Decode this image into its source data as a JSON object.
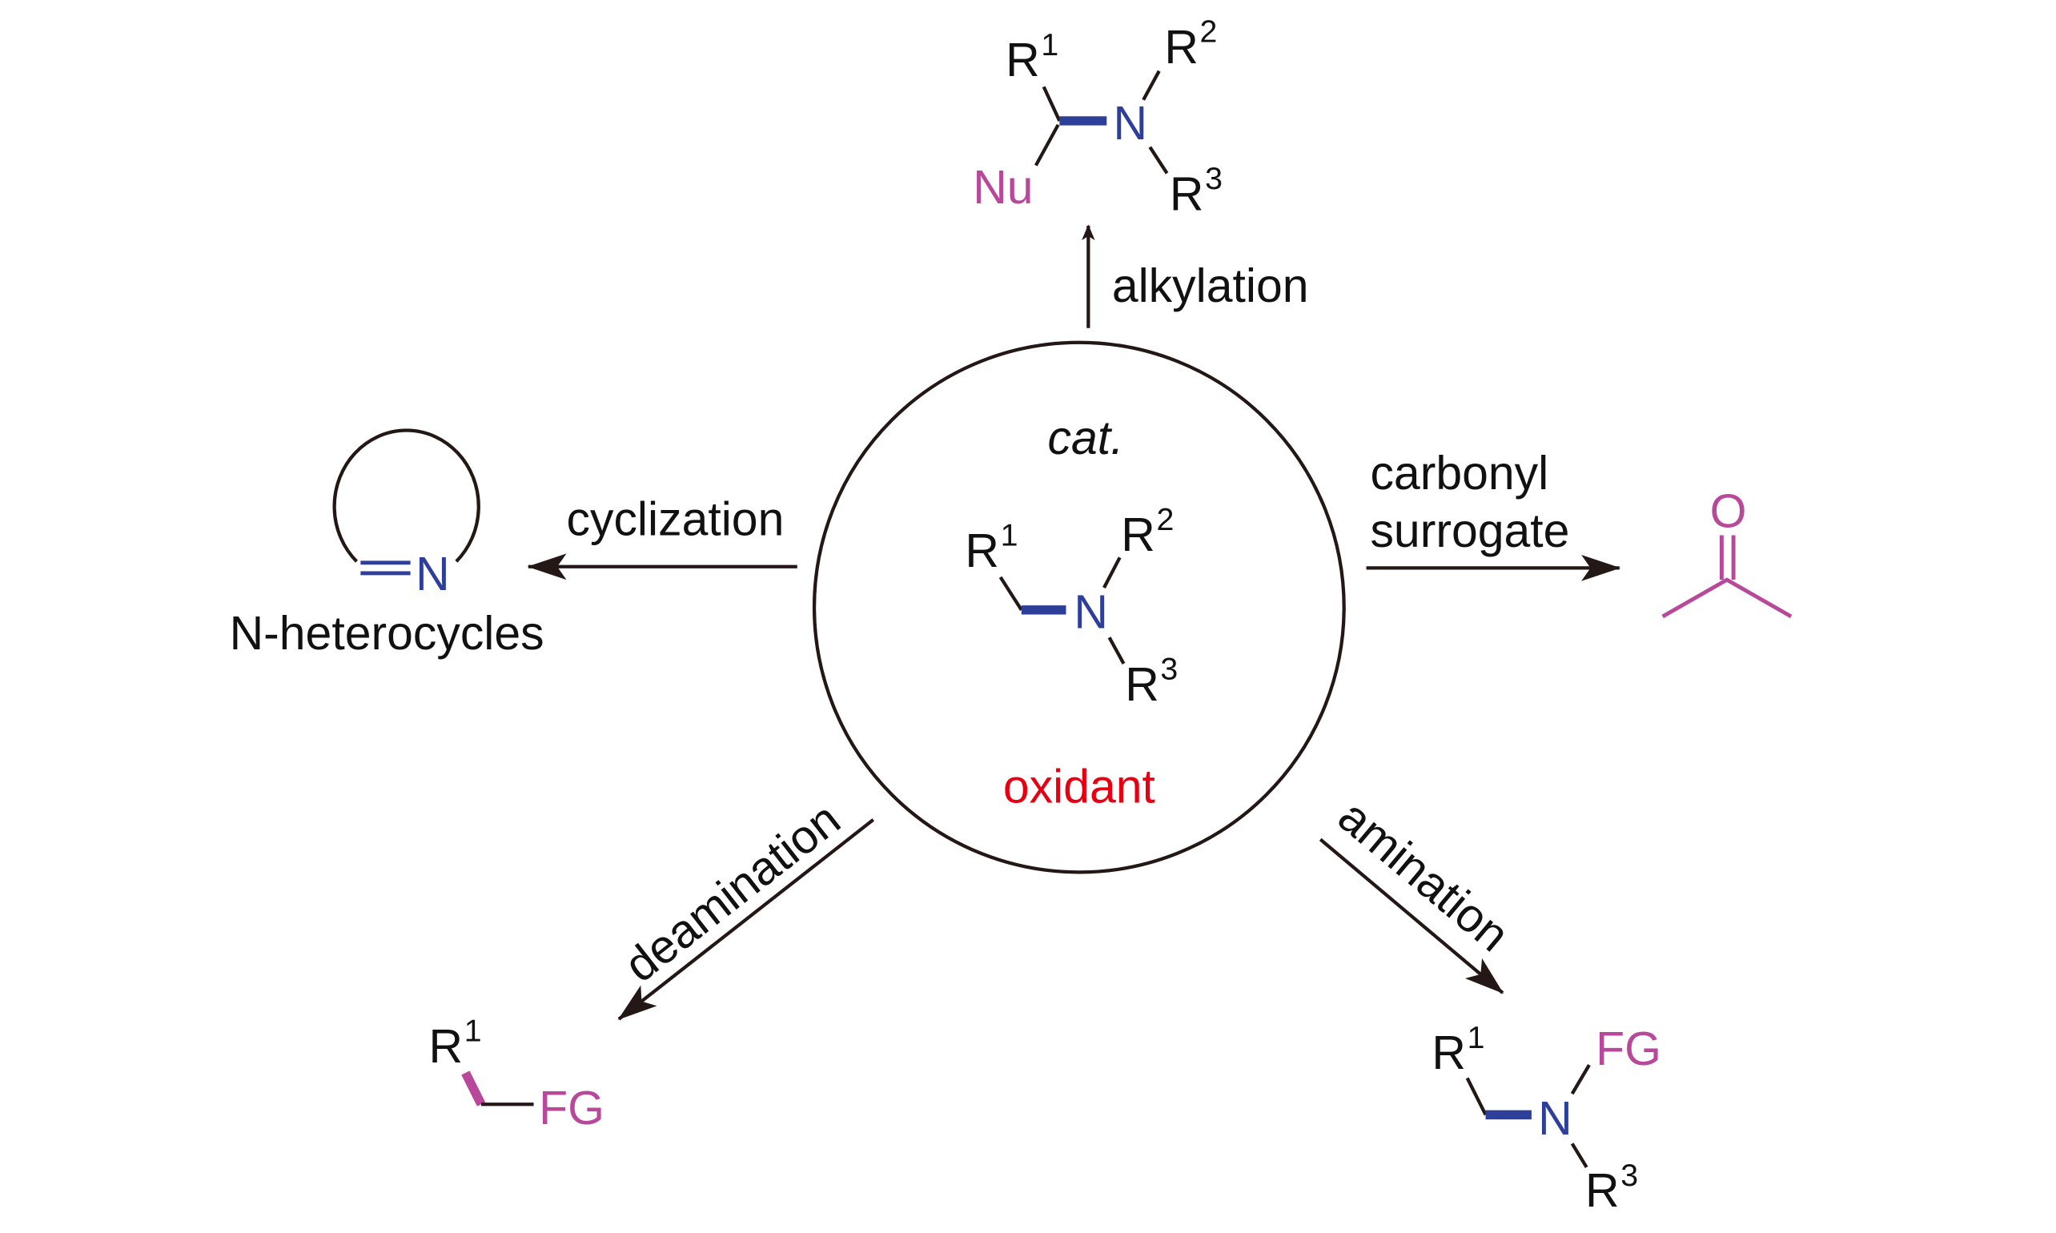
{
  "colors": {
    "nitrogen": "#2e3f9a",
    "new_group": "#b8489a",
    "oxidant": "#e60012",
    "line": "#231815"
  },
  "center": {
    "catalyst": "cat.",
    "oxidant": "oxidant",
    "amine": {
      "r1": "R",
      "r1_sup": "1",
      "n": "N",
      "r2": "R",
      "r2_sup": "2",
      "r3": "R",
      "r3_sup": "3"
    }
  },
  "paths": {
    "alkylation": {
      "label": "alkylation",
      "product": {
        "r1": "R",
        "r1_sup": "1",
        "n": "N",
        "r2": "R",
        "r2_sup": "2",
        "r3": "R",
        "r3_sup": "3",
        "nu": "Nu"
      }
    },
    "cyclization": {
      "label": "cyclization",
      "product": {
        "n": "N",
        "caption": "N-heterocycles"
      }
    },
    "carbonyl": {
      "label_line1": "carbonyl",
      "label_line2": "surrogate",
      "product": {
        "o": "O"
      }
    },
    "deamination": {
      "label": "deamination",
      "product": {
        "r1": "R",
        "r1_sup": "1",
        "fg": "FG"
      }
    },
    "amination": {
      "label": "amination",
      "product": {
        "r1": "R",
        "r1_sup": "1",
        "n": "N",
        "fg": "FG",
        "r3": "R",
        "r3_sup": "3"
      }
    }
  }
}
